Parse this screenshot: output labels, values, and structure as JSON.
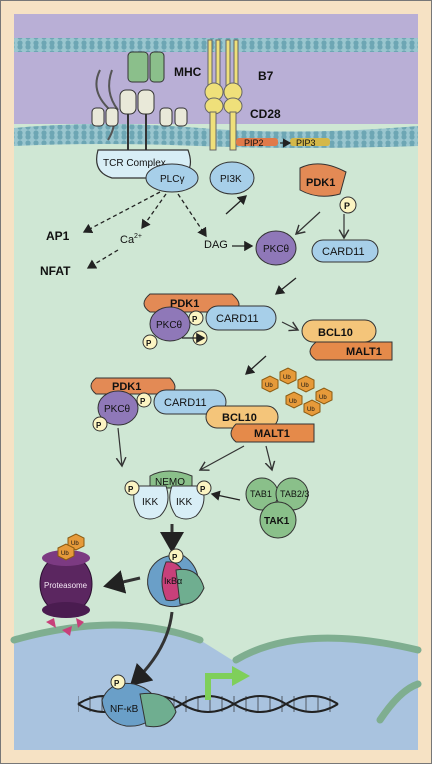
{
  "labels": {
    "mhc": "MHC",
    "b7": "B7",
    "cd28": "CD28",
    "tcr_complex": "TCR Complex",
    "plcg": "PLCγ",
    "pip2": "PIP2",
    "pip3": "PIP3",
    "pi3k": "PI3K",
    "pdk1": "PDK1",
    "ap1": "AP1",
    "nfat": "NFAT",
    "ca": "Ca",
    "ca_charge": "2+",
    "dag": "DAG",
    "pkct": "PKCθ",
    "card11": "CARD11",
    "bcl10": "BCL10",
    "malt1": "MALT1",
    "nemo": "NEMO",
    "ikk": "IKK",
    "tab1": "TAB1",
    "tab23": "TAB2/3",
    "tak1": "TAK1",
    "proteasome": "Proteasome",
    "ikba": "IκBα",
    "nfkb": "NF-κB",
    "p": "P",
    "ub": "Ub"
  },
  "colors": {
    "outer_bg": "#f6e2c4",
    "cell_top": "#b9afd6",
    "cytoplasm": "#cfe7d4",
    "nucleus": "#a9c3df",
    "membrane": "#9ac6cf",
    "pdk1": "#e38a55",
    "pkc": "#8f78b8",
    "card11": "#a7cfe9",
    "bcl10": "#f4c57a",
    "malt1": "#e58a4a",
    "tak_green": "#8ac08a",
    "proteasome": "#5b2660",
    "ub_orange": "#e69a3a"
  }
}
